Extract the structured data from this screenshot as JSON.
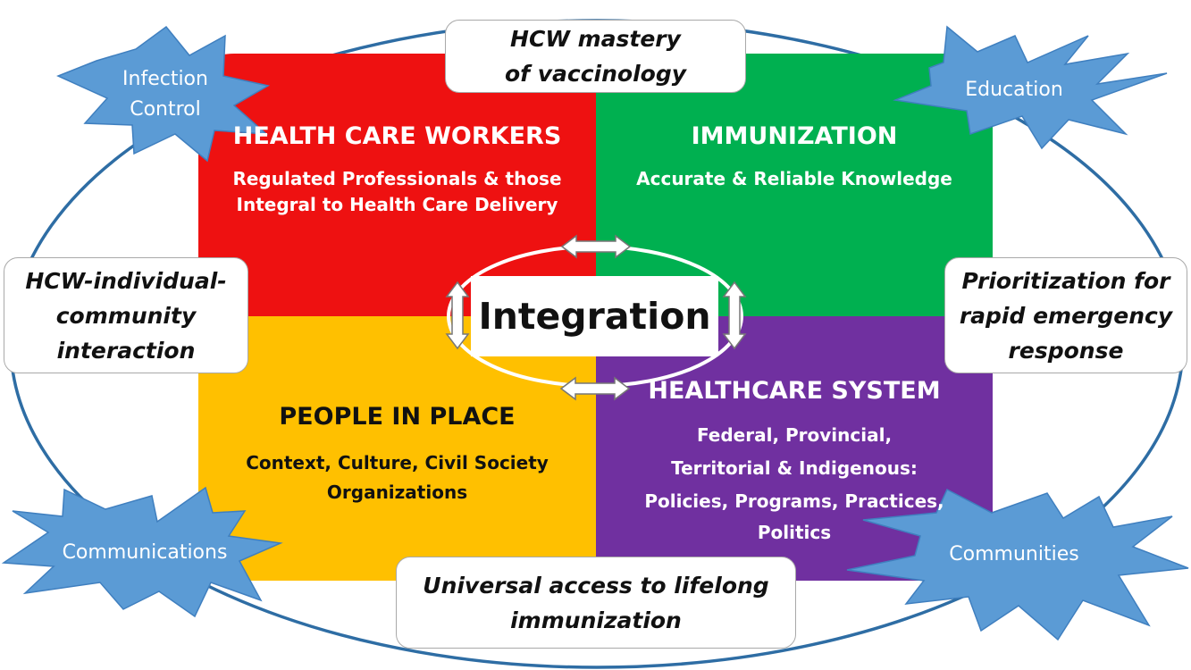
{
  "colors": {
    "health_care_workers": "#ee1111",
    "immunization": "#00b050",
    "people_in_place": "#ffc000",
    "healthcare_system": "#7030a0",
    "starburst": "#5b9bd5",
    "ellipse_outline": "#2e6da4"
  },
  "quadrants": {
    "health_care_workers": {
      "title": "HEALTH CARE WORKERS",
      "line1": "Regulated Professionals & those",
      "line2": "Integral to Health Care Delivery"
    },
    "immunization": {
      "title": "IMMUNIZATION",
      "line1": "Accurate & Reliable Knowledge"
    },
    "people_in_place": {
      "title": "PEOPLE IN PLACE",
      "line1": "Context, Culture, Civil Society",
      "line2": "Organizations"
    },
    "healthcare_system": {
      "title": "HEALTHCARE SYSTEM",
      "line1": "Federal, Provincial,",
      "line2": "Territorial & Indigenous:",
      "line3": "Policies, Programs, Practices,",
      "line4": "Politics"
    }
  },
  "center": {
    "label": "Integration"
  },
  "boxes": {
    "top": {
      "line1": "HCW mastery",
      "line2": "of vaccinology"
    },
    "bottom": {
      "line1": "Universal access to lifelong",
      "line2": "immunization"
    },
    "left": {
      "line1": "HCW-individual-",
      "line2": "community",
      "line3": "interaction"
    },
    "right": {
      "line1": "Prioritization for",
      "line2": "rapid emergency",
      "line3": "response"
    }
  },
  "starbursts": {
    "infection_control": {
      "line1": "Infection",
      "line2": "Control"
    },
    "education": {
      "label": "Education"
    },
    "communications": {
      "label": "Communications"
    },
    "communities": {
      "label": "Communities"
    }
  }
}
